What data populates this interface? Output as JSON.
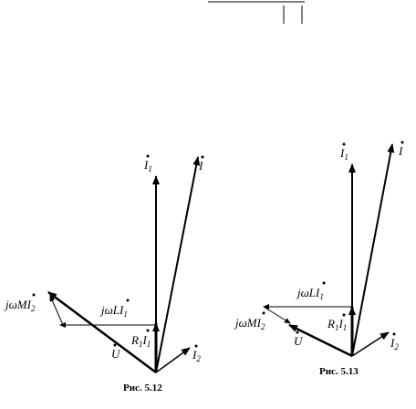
{
  "figures": [
    {
      "caption": "Рис. 5.12",
      "labels": {
        "i1": {
          "base": "I",
          "sub": "1"
        },
        "i": {
          "base": "I",
          "sub": ""
        },
        "jwli1": {
          "base": "jωLI",
          "sub": "1"
        },
        "jwmi2": {
          "base": "jωMI",
          "sub": "2"
        },
        "r1i1": {
          "r": "R",
          "rsub": "1",
          "base": "I",
          "sub": "1"
        },
        "u": {
          "base": "U",
          "sub": ""
        },
        "i2": {
          "base": "I",
          "sub": "2"
        }
      }
    },
    {
      "caption": "Рис. 5.13",
      "labels": {
        "i1": {
          "base": "I",
          "sub": "1"
        },
        "i": {
          "base": "I",
          "sub": ""
        },
        "jwli1": {
          "base": "jωLI",
          "sub": "1"
        },
        "jwmi2": {
          "base": "jωMI",
          "sub": "2"
        },
        "r1i1": {
          "r": "R",
          "rsub": "1",
          "base": "I",
          "sub": "1"
        },
        "u": {
          "base": "U",
          "sub": ""
        },
        "i2": {
          "base": "I",
          "sub": "2"
        }
      }
    }
  ]
}
